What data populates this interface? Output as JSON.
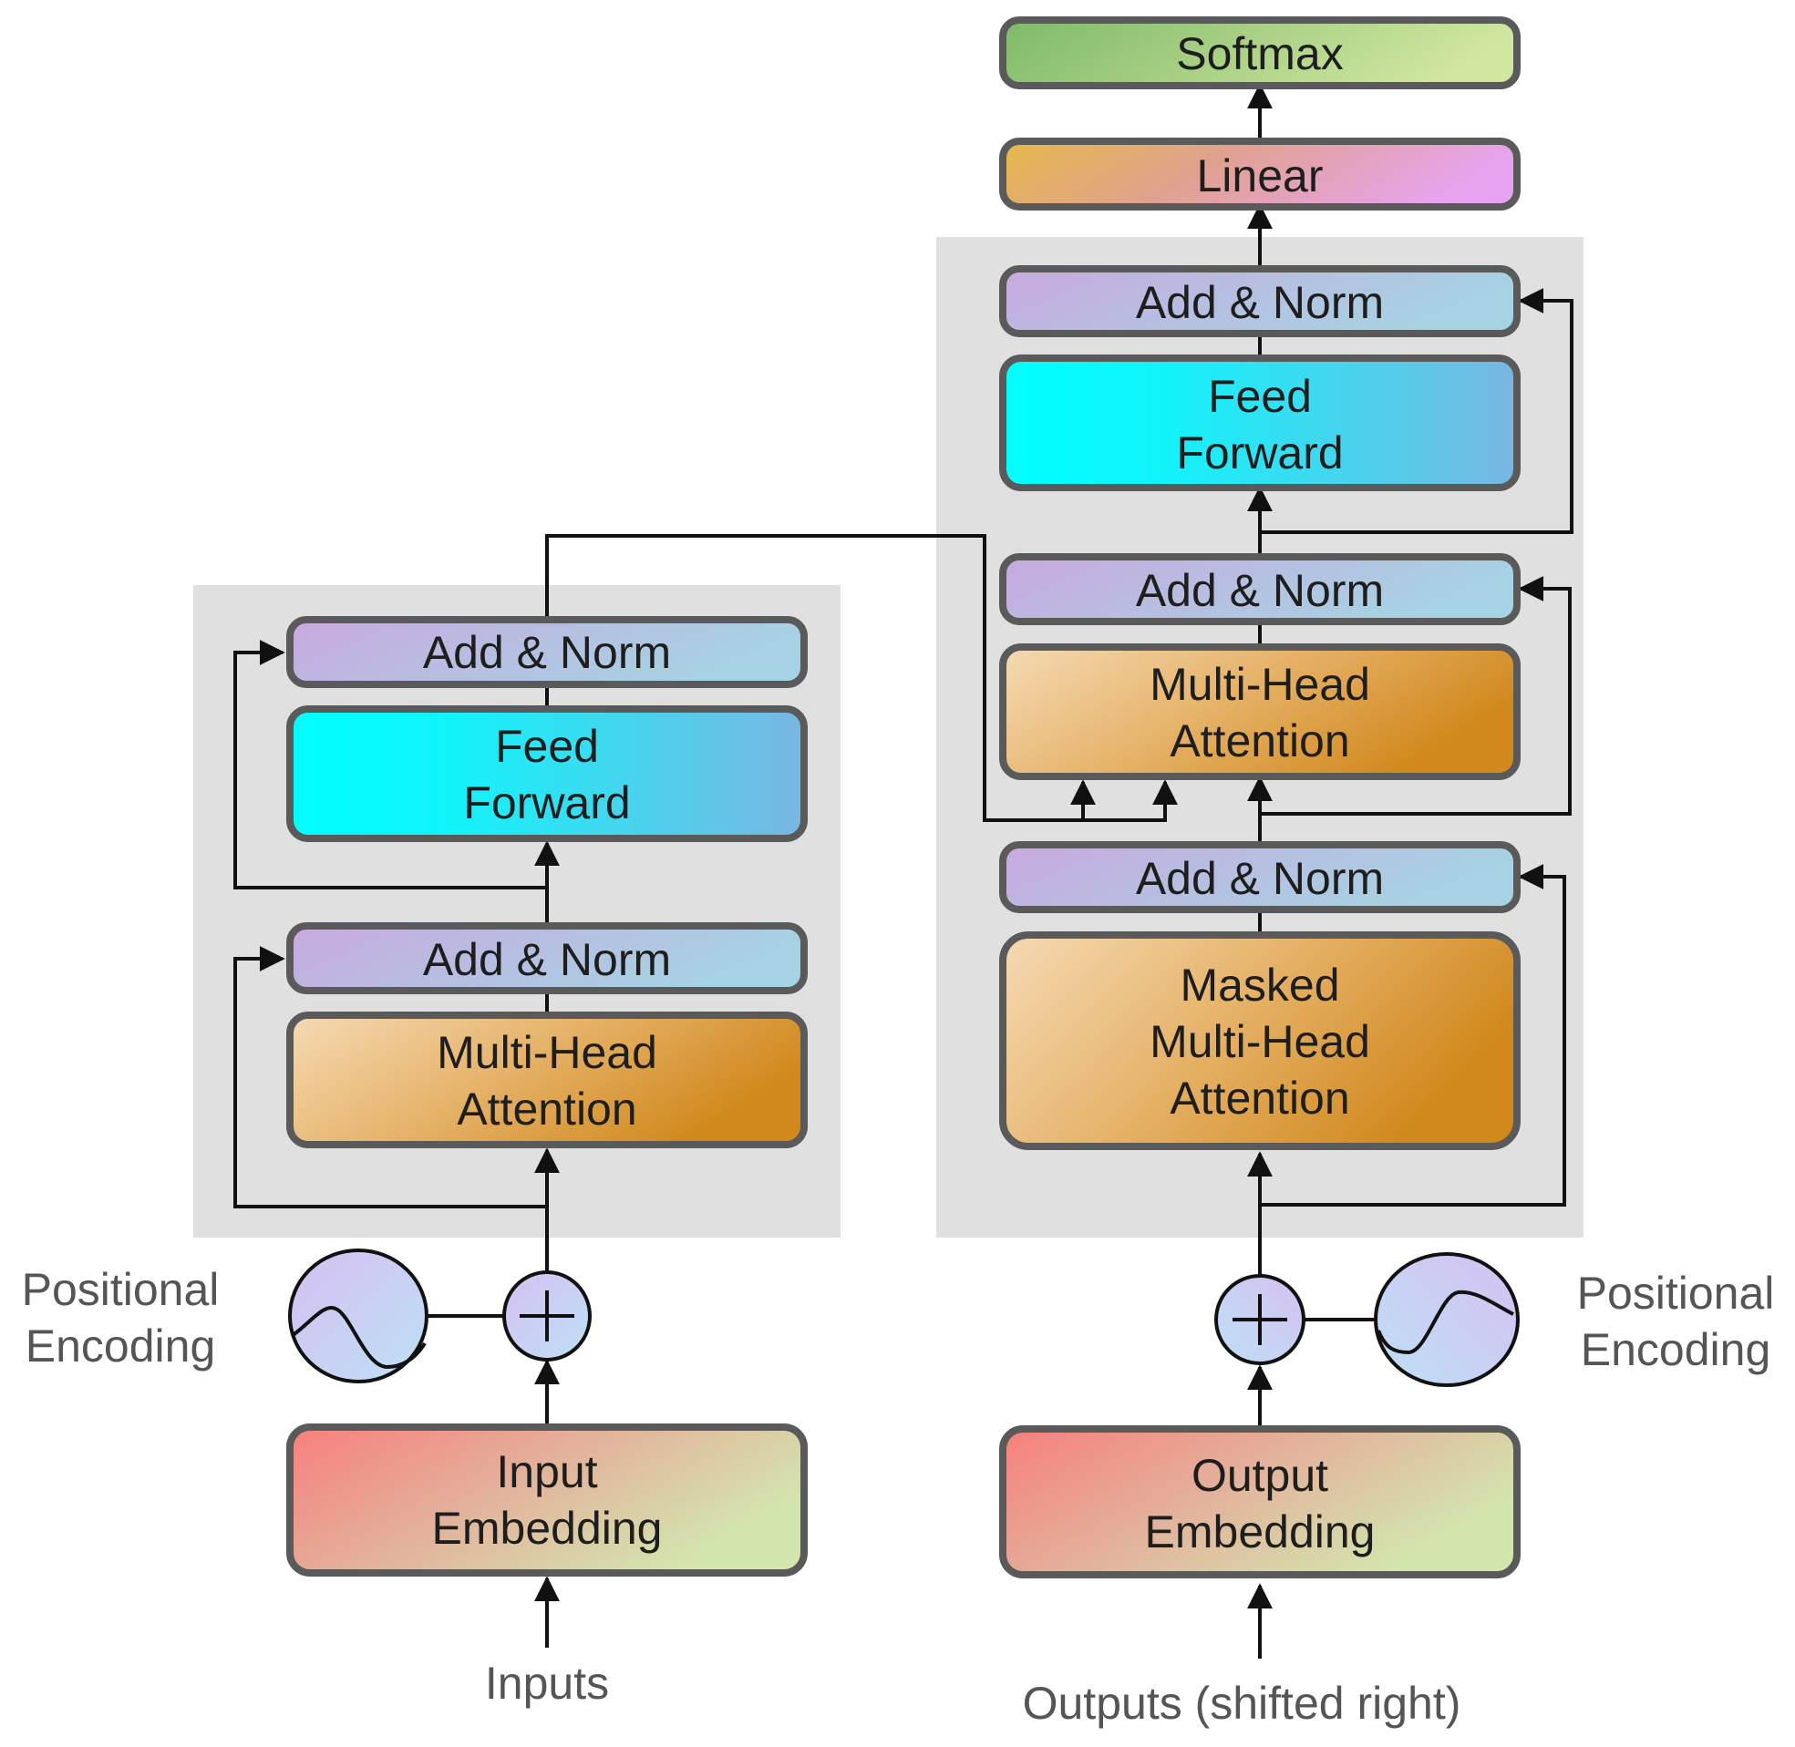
{
  "encoder": {
    "add_norm_top": "Add & Norm",
    "feed_forward": [
      "Feed",
      "Forward"
    ],
    "add_norm_bottom": "Add & Norm",
    "attention": [
      "Multi-Head",
      "Attention"
    ],
    "positional_encoding": [
      "Positional",
      "Encoding"
    ],
    "embedding": [
      "Input",
      "Embedding"
    ],
    "input_label": "Inputs"
  },
  "decoder": {
    "softmax": "Softmax",
    "linear": "Linear",
    "add_norm_top": "Add & Norm",
    "feed_forward": [
      "Feed",
      "Forward"
    ],
    "add_norm_middle": "Add & Norm",
    "cross_attention": [
      "Multi-Head",
      "Attention"
    ],
    "add_norm_bottom": "Add & Norm",
    "masked_attention": [
      "Masked",
      "Multi-Head",
      "Attention"
    ],
    "positional_encoding": [
      "Positional",
      "Encoding"
    ],
    "embedding": [
      "Output",
      "Embedding"
    ],
    "output_label": "Outputs (shifted right)"
  },
  "colors": {
    "block_bg": "#e0e0e0",
    "add_norm": [
      "#c9a9df",
      "#a6d3e3"
    ],
    "feed_forward": [
      "#00ffff",
      "#7ab6e2"
    ],
    "attention": [
      "#f5dab4",
      "#d1891d"
    ],
    "embedding": [
      "#f77f7c",
      "#d3e6ae"
    ],
    "softmax": [
      "#7fba69",
      "#d1e6a1"
    ],
    "linear": [
      "#e6b94a",
      "#e6a4f0"
    ],
    "encoding_circle": [
      "#d6c0f2",
      "#bde0f5"
    ]
  }
}
